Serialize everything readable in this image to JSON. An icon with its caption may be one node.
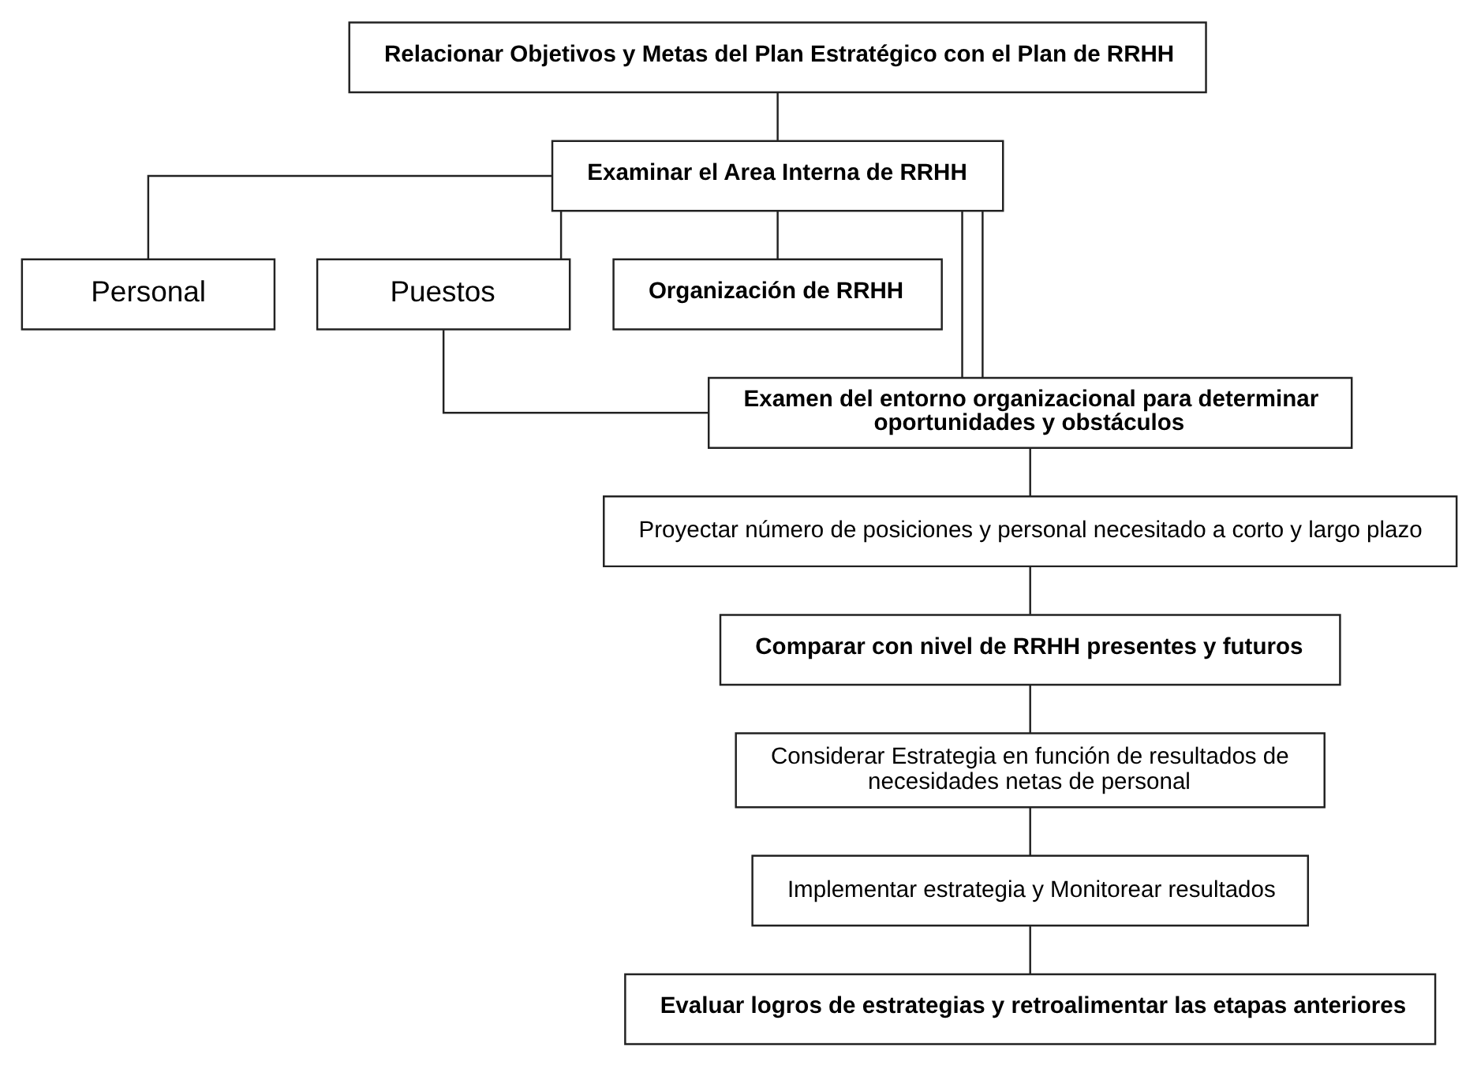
{
  "diagram": {
    "nodes": [
      {
        "text": [
          "Relacionar Objetivos y Metas del Plan Estratégico con el Plan de RRHH"
        ]
      },
      {
        "text": [
          "Examinar el Area Interna de RRHH"
        ]
      },
      {
        "text": [
          "Personal"
        ]
      },
      {
        "text": [
          "Puestos"
        ]
      },
      {
        "text": [
          "Organización de RRHH"
        ]
      },
      {
        "text": [
          "Examen del entorno organizacional para determinar oportunidades y obstáculos"
        ]
      },
      {
        "text": [
          "Proyectar número de posiciones y personal necesitado a corto y largo plazo"
        ]
      },
      {
        "text": [
          "Comparar con nivel de RRHH presentes y futuros"
        ]
      },
      {
        "text": [
          "Considerar Estrategia en función de resultados de necesidades netas de personal"
        ]
      },
      {
        "text": [
          "Implementar estrategia y Monitorear resultados"
        ]
      },
      {
        "text": [
          "Evaluar logros de estrategias y retroalimentar las etapas anteriores"
        ]
      }
    ],
    "edges": [
      {
        "from": 0,
        "to": 1,
        "arrow": "none"
      },
      {
        "from": 1,
        "to": 2,
        "arrow": "none"
      },
      {
        "from": 1,
        "to": 3,
        "arrow": "none"
      },
      {
        "from": 1,
        "to": 4,
        "arrow": "none"
      },
      {
        "from": 1,
        "to": 5,
        "arrow": "none"
      },
      {
        "from": 1,
        "to": 5,
        "arrow": "none"
      },
      {
        "from": 3,
        "to": 5,
        "arrow": "none"
      },
      {
        "from": 5,
        "to": 6,
        "arrow": "none"
      },
      {
        "from": 6,
        "to": 7,
        "arrow": "none"
      },
      {
        "from": 7,
        "to": 8,
        "arrow": "none"
      },
      {
        "from": 8,
        "to": 9,
        "arrow": "none"
      },
      {
        "from": 9,
        "to": 10,
        "arrow": "none"
      }
    ]
  }
}
